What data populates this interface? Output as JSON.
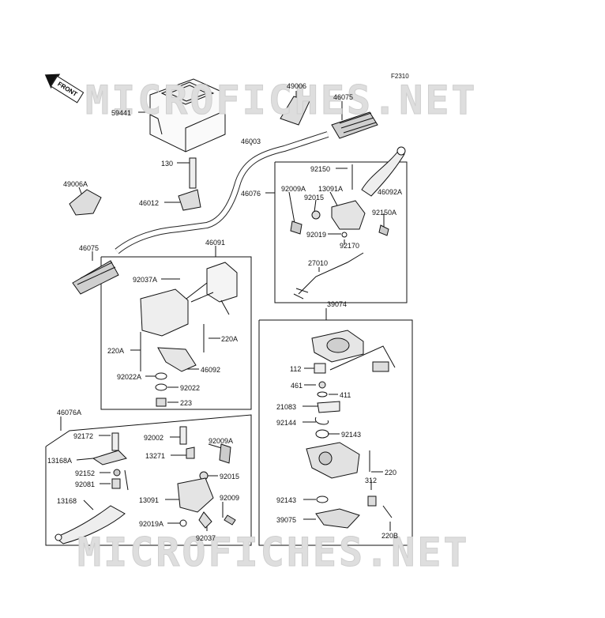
{
  "figure_code": "F2310",
  "watermark": "MICROFICHES.NET",
  "front_label": "FRONT",
  "labels": {
    "59441": "59441",
    "49006": "49006",
    "46075_r": "46075",
    "46003": "46003",
    "130": "130",
    "49006A": "49006A",
    "46012": "46012",
    "46075_l": "46075",
    "46091": "46091",
    "92037A": "92037A",
    "220A_l": "220A",
    "220A_r": "220A",
    "92022A": "92022A",
    "46092": "46092",
    "92022": "92022",
    "223": "223",
    "92150": "92150",
    "46092A": "46092A",
    "13091A": "13091A",
    "92015_t": "92015",
    "46076": "46076",
    "92009A_t": "92009A",
    "92150A": "92150A",
    "92019": "92019",
    "92170": "92170",
    "27010": "27010",
    "39074": "39074",
    "112": "112",
    "461": "461",
    "411": "411",
    "21083": "21083",
    "92144": "92144",
    "92143_t": "92143",
    "220": "220",
    "312": "312",
    "92143_b": "92143",
    "39075": "39075",
    "220B": "220B",
    "46076A": "46076A",
    "92172": "92172",
    "13168A": "13168A",
    "92152": "92152",
    "92081": "92081",
    "13168": "13168",
    "92002": "92002",
    "92009A_b": "92009A",
    "13271": "13271",
    "92015_b": "92015",
    "13091": "13091",
    "92009": "92009",
    "92019A": "92019A",
    "92037": "92037"
  }
}
